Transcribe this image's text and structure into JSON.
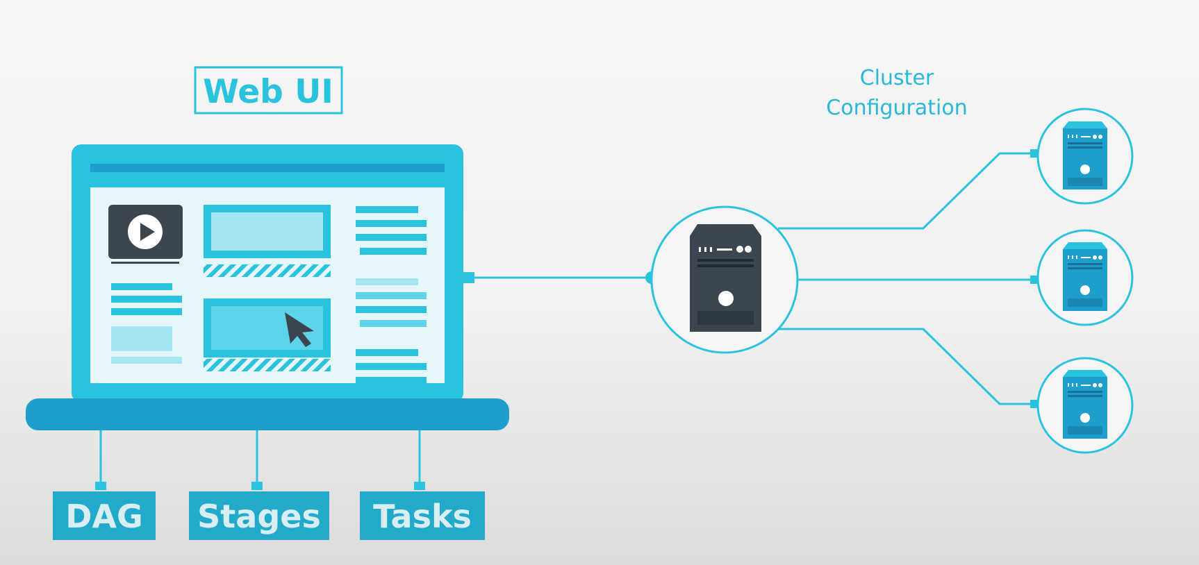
{
  "webui": {
    "label": "Web UI"
  },
  "cluster": {
    "label_line1": "Cluster",
    "label_line2": "Configuration"
  },
  "tabs": [
    "DAG",
    "Stages",
    "Tasks"
  ],
  "colors": {
    "primary": "#29c3e0",
    "primary_dark": "#1e9ecb",
    "screen_bg": "#e6f7fb",
    "server_dark": "#3b4650",
    "label_fill": "#22aacb",
    "label_text": "#d9eef3",
    "cluster_text": "#29b8d8"
  },
  "icons": {
    "video": "play-icon",
    "cursor": "cursor-icon",
    "master": "server-tower-icon",
    "worker": "worker-server-icon"
  }
}
